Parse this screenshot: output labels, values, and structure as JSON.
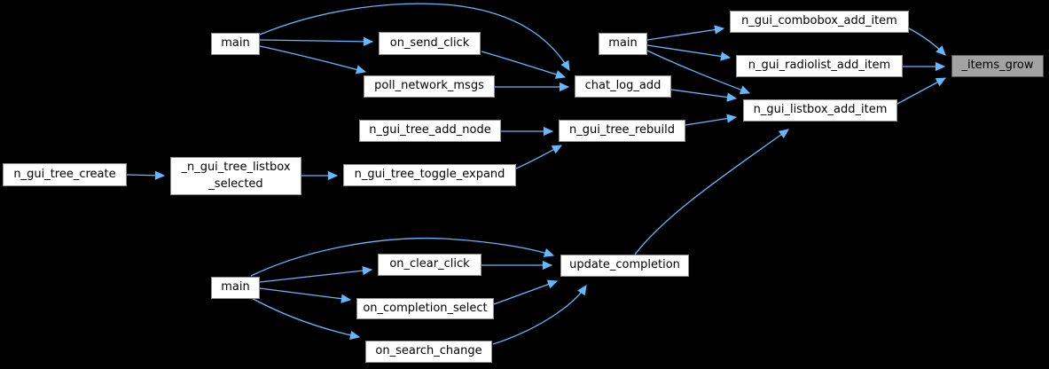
{
  "diagram": {
    "type": "call-graph",
    "background_color": "#000000",
    "edge_color": "#63b8ff",
    "node_fill_color": "#ffffff",
    "node_border_color": "#8f8f8f",
    "node_text_color": "#000000",
    "highlight_fill_color": "#a3a3a3",
    "highlight_border_color": "#575757",
    "nodes": [
      {
        "id": "main-1",
        "label": "main",
        "highlighted": false
      },
      {
        "id": "on_send_click",
        "label": "on_send_click",
        "highlighted": false
      },
      {
        "id": "poll_network_msgs",
        "label": "poll_network_msgs",
        "highlighted": false
      },
      {
        "id": "n_gui_tree_add_node",
        "label": "n_gui_tree_add_node",
        "highlighted": false
      },
      {
        "id": "n_gui_tree_create",
        "label": "n_gui_tree_create",
        "highlighted": false
      },
      {
        "id": "_n_gui_tree_listbox_selected",
        "label": "_n_gui_tree_listbox\n_selected",
        "highlighted": false
      },
      {
        "id": "n_gui_tree_toggle_expand",
        "label": "n_gui_tree_toggle_expand",
        "highlighted": false
      },
      {
        "id": "chat_log_add",
        "label": "chat_log_add",
        "highlighted": false
      },
      {
        "id": "n_gui_tree_rebuild",
        "label": "n_gui_tree_rebuild",
        "highlighted": false
      },
      {
        "id": "main-2",
        "label": "main",
        "highlighted": false
      },
      {
        "id": "n_gui_combobox_add_item",
        "label": "n_gui_combobox_add_item",
        "highlighted": false
      },
      {
        "id": "n_gui_radiolist_add_item",
        "label": "n_gui_radiolist_add_item",
        "highlighted": false
      },
      {
        "id": "n_gui_listbox_add_item",
        "label": "n_gui_listbox_add_item",
        "highlighted": false
      },
      {
        "id": "_items_grow",
        "label": "_items_grow",
        "highlighted": true
      },
      {
        "id": "main-3",
        "label": "main",
        "highlighted": false
      },
      {
        "id": "on_clear_click",
        "label": "on_clear_click",
        "highlighted": false
      },
      {
        "id": "on_completion_select",
        "label": "on_completion_select",
        "highlighted": false
      },
      {
        "id": "on_search_change",
        "label": "on_search_change",
        "highlighted": false
      },
      {
        "id": "update_completion",
        "label": "update_completion",
        "highlighted": false
      }
    ],
    "edges": [
      {
        "from": "main-1",
        "to": "on_send_click"
      },
      {
        "from": "main-1",
        "to": "poll_network_msgs"
      },
      {
        "from": "main-1",
        "to": "chat_log_add"
      },
      {
        "from": "on_send_click",
        "to": "chat_log_add"
      },
      {
        "from": "poll_network_msgs",
        "to": "chat_log_add"
      },
      {
        "from": "n_gui_tree_add_node",
        "to": "n_gui_tree_rebuild"
      },
      {
        "from": "n_gui_tree_toggle_expand",
        "to": "n_gui_tree_rebuild"
      },
      {
        "from": "n_gui_tree_create",
        "to": "_n_gui_tree_listbox_selected"
      },
      {
        "from": "_n_gui_tree_listbox_selected",
        "to": "n_gui_tree_toggle_expand"
      },
      {
        "from": "chat_log_add",
        "to": "n_gui_listbox_add_item"
      },
      {
        "from": "n_gui_tree_rebuild",
        "to": "n_gui_listbox_add_item"
      },
      {
        "from": "main-2",
        "to": "n_gui_combobox_add_item"
      },
      {
        "from": "main-2",
        "to": "n_gui_radiolist_add_item"
      },
      {
        "from": "main-2",
        "to": "n_gui_listbox_add_item"
      },
      {
        "from": "n_gui_combobox_add_item",
        "to": "_items_grow"
      },
      {
        "from": "n_gui_radiolist_add_item",
        "to": "_items_grow"
      },
      {
        "from": "n_gui_listbox_add_item",
        "to": "_items_grow"
      },
      {
        "from": "update_completion",
        "to": "n_gui_listbox_add_item"
      },
      {
        "from": "main-3",
        "to": "update_completion"
      },
      {
        "from": "main-3",
        "to": "on_clear_click"
      },
      {
        "from": "main-3",
        "to": "on_completion_select"
      },
      {
        "from": "main-3",
        "to": "on_search_change"
      },
      {
        "from": "on_clear_click",
        "to": "update_completion"
      },
      {
        "from": "on_completion_select",
        "to": "update_completion"
      },
      {
        "from": "on_search_change",
        "to": "update_completion"
      }
    ]
  }
}
